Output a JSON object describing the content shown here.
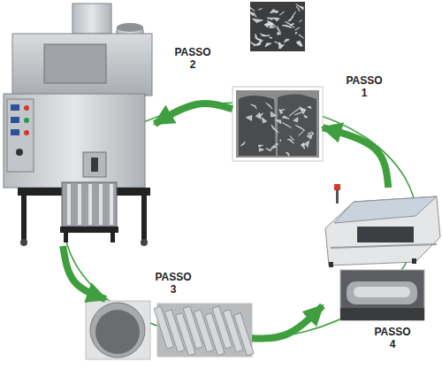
{
  "diagram": {
    "nodes": [
      {
        "text": [
          "PASSO 1"
        ]
      },
      {
        "text": [
          "PASSO 2"
        ]
      },
      {
        "text": [
          "PASSO 3"
        ]
      },
      {
        "text": [
          "PASSO 4"
        ]
      }
    ],
    "edges": [
      {
        "from": 0,
        "to": 1,
        "arrow": "to"
      },
      {
        "from": 1,
        "to": 2,
        "arrow": "to"
      },
      {
        "from": 2,
        "to": 3,
        "arrow": "to"
      },
      {
        "from": 3,
        "to": 0,
        "arrow": "to"
      }
    ]
  }
}
